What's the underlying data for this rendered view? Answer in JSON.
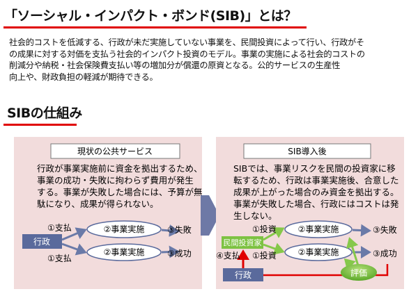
{
  "title": "「ソーシャル・インパクト・ボンド(SIB)」とは？",
  "intro_lines": [
    "社会的コストを低減する、行政が未だ実施していない事業を、民間投資によって行い、行政がそ",
    "の成果に対する対価を支払う社会的インパクト投資のモデル。事業の実施による社会的コストの",
    "削減分や納税・社会保険費支払い等の増加分が償還の原資となる。公的サービスの生産性",
    "向上や、財政負担の軽減が期待できる。"
  ],
  "section_title": "SIBの仕組み",
  "colors": {
    "accent_red": "#e00000",
    "panel_bg": "#f2dcdc",
    "navy": "#5a6a9c",
    "green": "#7dc242"
  },
  "current": {
    "header": "現状の公共サービス",
    "lines": [
      "行政が事業実施前に資金を拠出するため、",
      "事業の成功・失敗に拘わらず費用が発生",
      "する。事業が失敗した場合には、予算が無",
      "駄になり、成果が得られない。"
    ],
    "actor": "行政",
    "pay_top": "①支払",
    "pay_bottom": "①支払",
    "project_top": "②事業実施",
    "project_bottom": "②事業実施",
    "result_fail": "③失敗",
    "result_success": "③成功"
  },
  "sib": {
    "header": "SIB導入後",
    "lines": [
      "SIBでは、事業リスクを民間の投資家に移",
      "転するため、行政は事業実施後、合意した",
      "成果が上がった場合のみ資金を拠出する。",
      "事業が失敗した場合、行政にはコストは発",
      "生しない。"
    ],
    "investor": "民間投資家",
    "government": "行政",
    "invest_top": "①投資",
    "invest_bottom": "①投資",
    "project_top": "②事業実施",
    "project_bottom": "②事業実施",
    "result_fail": "③失敗",
    "result_success": "③成功",
    "payment": "④支払",
    "evaluation": "評価"
  }
}
